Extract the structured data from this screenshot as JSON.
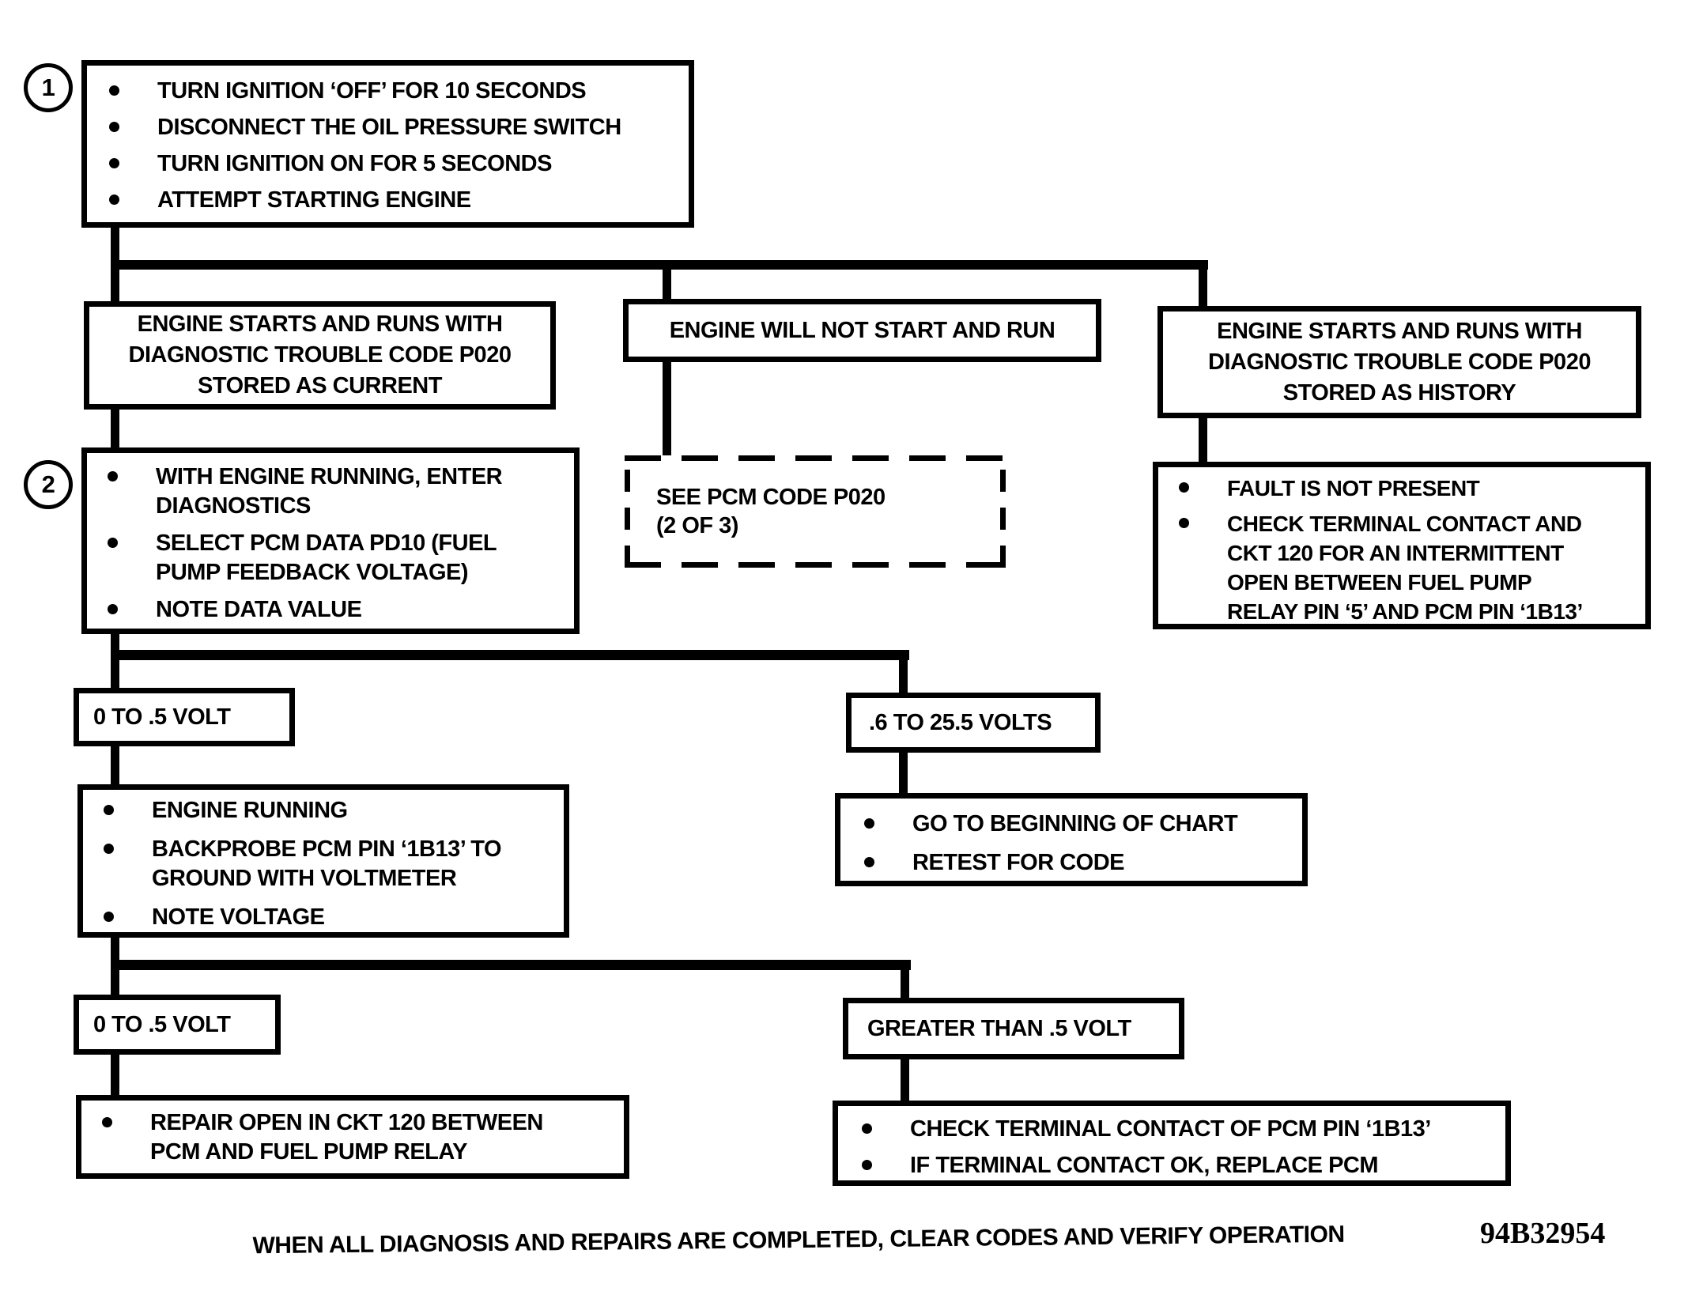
{
  "document": {
    "footer_note": "WHEN ALL DIAGNOSIS AND REPAIRS ARE COMPLETED, CLEAR CODES AND VERIFY OPERATION",
    "figure_id": "94B32954"
  },
  "flowchart": {
    "step1": {
      "marker": "1",
      "items": [
        "TURN IGNITION ‘OFF’ FOR 10 SECONDS",
        "DISCONNECT THE OIL PRESSURE SWITCH",
        "TURN IGNITION ON FOR 5 SECONDS",
        "ATTEMPT STARTING ENGINE"
      ]
    },
    "branch_current": {
      "text": "ENGINE STARTS AND RUNS WITH\nDIAGNOSTIC TROUBLE CODE P020\nSTORED AS CURRENT"
    },
    "branch_no_start": {
      "text": "ENGINE WILL NOT START AND RUN"
    },
    "branch_history": {
      "text": "ENGINE STARTS AND RUNS WITH\nDIAGNOSTIC TROUBLE CODE P020\nSTORED AS HISTORY"
    },
    "step2": {
      "marker": "2",
      "items": [
        "WITH ENGINE RUNNING, ENTER\nDIAGNOSTICS",
        "SELECT PCM DATA PD10 (FUEL\nPUMP FEEDBACK VOLTAGE)",
        "NOTE DATA VALUE"
      ]
    },
    "see_pcm_code": {
      "text": "SEE PCM CODE P020\n(2 OF 3)"
    },
    "history_check": {
      "items": [
        "FAULT IS NOT PRESENT",
        "CHECK TERMINAL CONTACT AND\nCKT 120 FOR AN INTERMITTENT\nOPEN BETWEEN FUEL PUMP\nRELAY PIN ‘5’ AND PCM PIN ‘1B13’"
      ]
    },
    "volt_low_1": {
      "text": "0 TO .5 VOLT"
    },
    "volt_high_1": {
      "text": ".6 TO 25.5 VOLTS"
    },
    "backprobe": {
      "items": [
        "ENGINE RUNNING",
        "BACKPROBE PCM PIN ‘1B13’ TO\nGROUND WITH VOLTMETER",
        "NOTE VOLTAGE"
      ]
    },
    "go_to_beginning": {
      "items": [
        "GO TO BEGINNING OF CHART",
        "RETEST FOR CODE"
      ]
    },
    "volt_low_2": {
      "text": "0 TO .5 VOLT"
    },
    "volt_high_2": {
      "text": "GREATER THAN .5 VOLT"
    },
    "repair_open": {
      "items": [
        "REPAIR OPEN IN CKT 120 BETWEEN\nPCM AND FUEL PUMP RELAY"
      ]
    },
    "check_terminal": {
      "items": [
        "CHECK TERMINAL CONTACT OF PCM PIN ‘1B13’",
        "IF TERMINAL CONTACT OK, REPLACE PCM"
      ]
    }
  }
}
